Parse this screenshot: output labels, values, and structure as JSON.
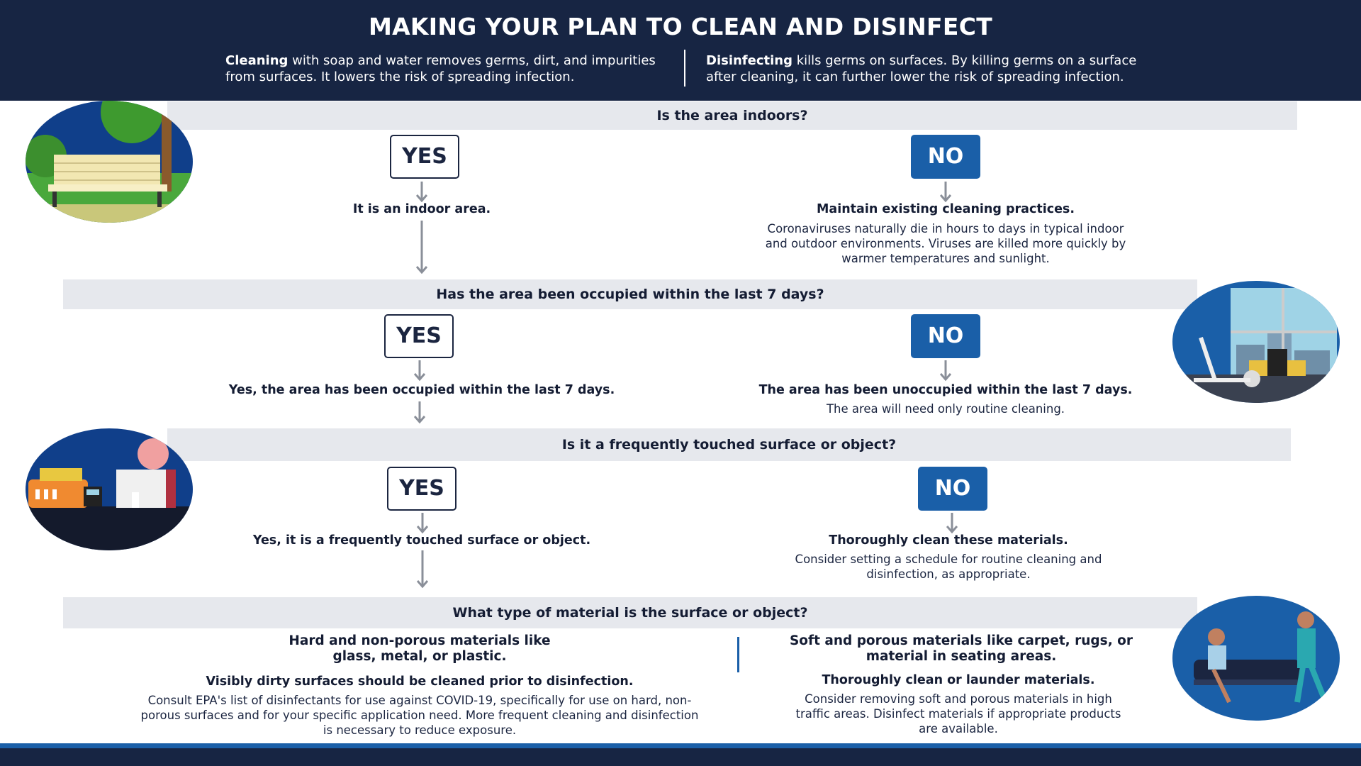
{
  "header": {
    "title": "MAKING YOUR PLAN TO CLEAN AND DISINFECT",
    "cleaning_term": "Cleaning",
    "cleaning_text": " with soap and water removes germs, dirt, and impurities from surfaces. It lowers the risk of spreading infection.",
    "disinfecting_term": "Disinfecting",
    "disinfecting_text": " kills germs on surfaces. By killing germs on a surface after cleaning, it can further lower the risk of spreading infection."
  },
  "steps": [
    {
      "question": "Is the area indoors?",
      "yes_label": "YES",
      "no_label": "NO",
      "yes_text": "It is an indoor area.",
      "no_title": "Maintain existing cleaning practices.",
      "no_text": "Coronaviruses naturally die in hours to days in typical indoor and outdoor environments. Viruses are killed more quickly by warmer temperatures and sunlight."
    },
    {
      "question": "Has the area been occupied within the last 7 days?",
      "yes_label": "YES",
      "no_label": "NO",
      "yes_text": "Yes, the area has been occupied within the last 7 days.",
      "no_title": "The area has been unoccupied within the last 7 days.",
      "no_text": "The area will need only routine cleaning."
    },
    {
      "question": "Is it a frequently touched surface or object?",
      "yes_label": "YES",
      "no_label": "NO",
      "yes_text": "Yes, it is a frequently touched surface or object.",
      "no_title": "Thoroughly clean these materials.",
      "no_text": "Consider setting a schedule for routine cleaning and disinfection, as appropriate."
    },
    {
      "question": "What type of material is the surface or object?",
      "left_title": "Hard and non-porous materials like glass, metal, or plastic.",
      "left_subtitle": "Visibly dirty surfaces should be cleaned prior to disinfection.",
      "left_text": "Consult EPA's list of disinfectants for use against COVID-19, specifically for use on hard, non-porous surfaces and for your specific application need. More frequent cleaning and disinfection is necessary to reduce exposure.",
      "right_title": "Soft and porous materials like carpet, rugs, or material in seating areas.",
      "right_subtitle": "Thoroughly clean or launder materials.",
      "right_text": "Consider removing soft and porous materials in high traffic areas. Disinfect materials if appropriate products are available."
    }
  ],
  "illustrations": [
    "park-bench-illustration",
    "gym-window-illustration",
    "desk-worker-illustration",
    "waiting-room-illustration"
  ],
  "colors": {
    "navy": "#172543",
    "blue": "#1a5fa8",
    "band": "#e6e8ed"
  }
}
